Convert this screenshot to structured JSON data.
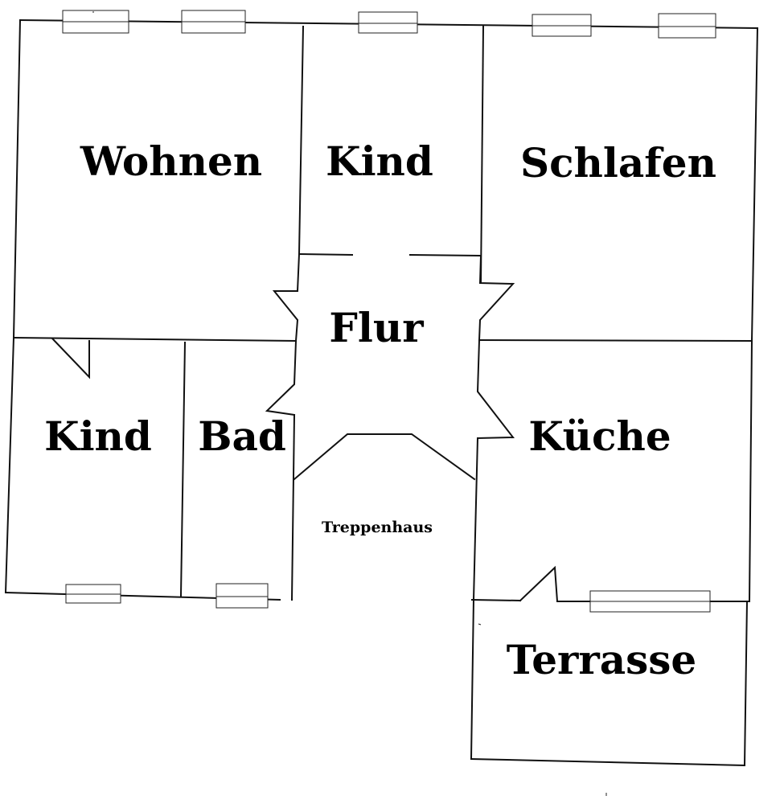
{
  "rooms": {
    "wohnen": "Wohnen",
    "kind_top": "Kind",
    "schlafen": "Schlafen",
    "flur": "Flur",
    "kind_bottom": "Kind",
    "bad": "Bad",
    "kueche": "Küche",
    "treppenhaus": "Treppenhaus",
    "terrasse": "Terrasse"
  }
}
